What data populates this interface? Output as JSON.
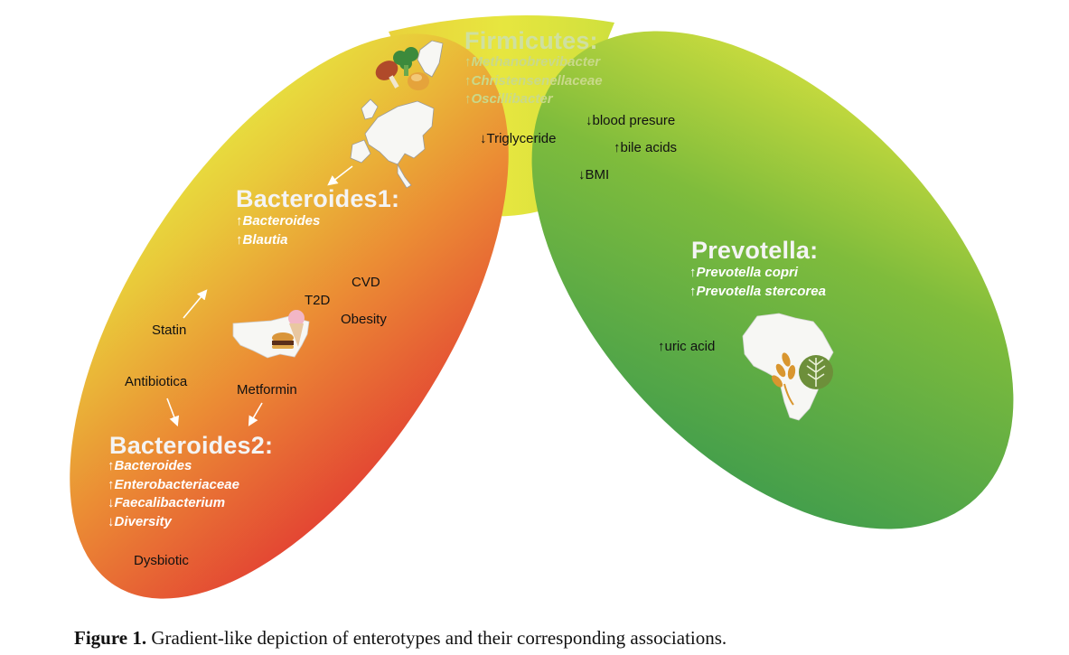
{
  "firmicutes": {
    "heading": "Firmicutes:",
    "taxa": [
      "↑Methanobrevibacter",
      "↑Christensenellaceae",
      "↑Oscillibacter"
    ]
  },
  "bacteroides1": {
    "heading": "Bacteroides1:",
    "taxa": [
      "↑Bacteroides",
      "↑Blautia"
    ]
  },
  "bacteroides2": {
    "heading": "Bacteroides2:",
    "taxa": [
      "↑Bacteroides",
      "↑Enterobacteriaceae",
      "↓Faecalibacterium",
      "↓Diversity"
    ]
  },
  "prevotella": {
    "heading": "Prevotella:",
    "taxa": [
      "↑Prevotella copri",
      "↑Prevotella stercorea"
    ]
  },
  "associations": {
    "triglyceride": "↓Triglyceride",
    "blood_pressure": "↓blood presure",
    "bile_acids": "↑bile acids",
    "bmi": "↓BMI",
    "cvd": "CVD",
    "t2d": "T2D",
    "obesity": "Obesity",
    "statin": "Statin",
    "antibiotica": "Antibiotica",
    "metformin": "Metformin",
    "dysbiotic": "Dysbiotic",
    "uric_acid": "↑uric acid"
  },
  "caption": {
    "label": "Figure 1.",
    "text": " Gradient-like depiction of enterotypes and their corresponding associations."
  },
  "colors": {
    "red": "#e23a33",
    "orange": "#eb8a34",
    "yellow": "#e6e640",
    "green": "#7fbc3c",
    "dark_green": "#3a9a4e"
  },
  "icons": [
    "europe-map-icon",
    "north-america-map-icon",
    "africa-map-icon",
    "chicken-leg-icon",
    "broccoli-icon",
    "bread-icon",
    "burger-icon",
    "ice-cream-icon",
    "wheat-icon",
    "leaf-icon"
  ]
}
